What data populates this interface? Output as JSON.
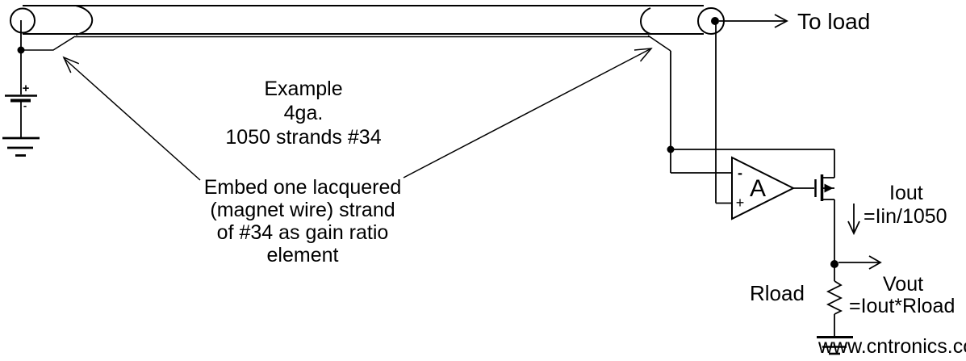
{
  "page": {
    "background": "#ffffff"
  },
  "colors": {
    "ink": "#000000",
    "watermark_green": "#bfe3aa"
  },
  "cable": {
    "to_load_label": "To load",
    "example_note": {
      "line1": "Example",
      "line2": "4ga.",
      "line3": "1050 strands #34"
    },
    "embed_note": {
      "line1": "Embed one lacquered",
      "line2": "(magnet wire) strand",
      "line3": "of #34 as gain ratio",
      "line4": "element"
    }
  },
  "battery": {
    "plus": "+",
    "minus": "-"
  },
  "opamp": {
    "label": "A",
    "minus": "-",
    "plus": "+"
  },
  "output": {
    "iout_label": "Iout",
    "iout_formula": "=Iin/1050",
    "rload_label": "Rload",
    "vout_label": "Vout",
    "vout_formula": "=Iout*Rload"
  },
  "watermark": "www.cntronics.com"
}
